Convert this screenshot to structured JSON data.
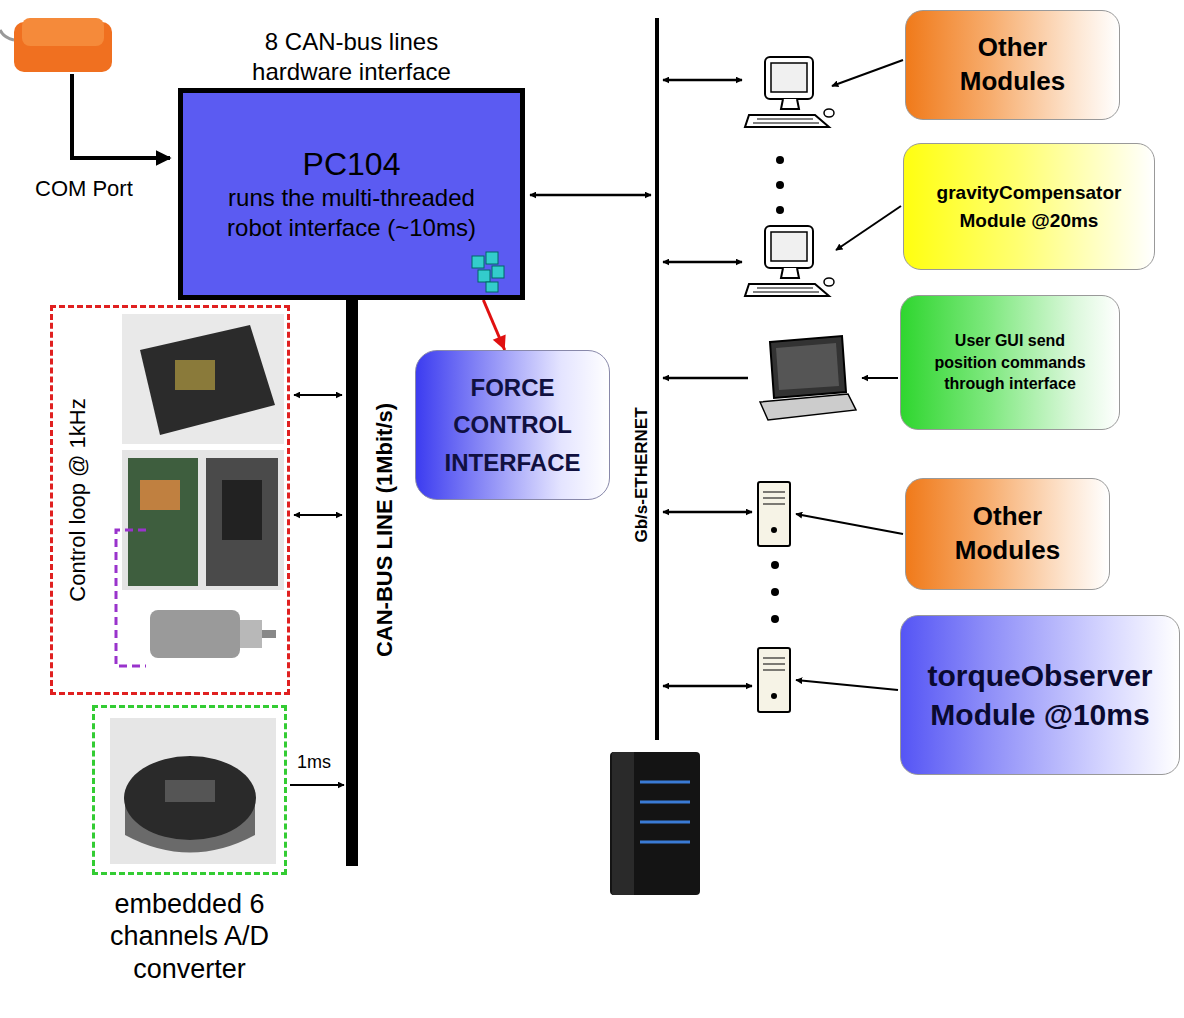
{
  "diagram": {
    "nodes": [
      {
        "text": [
          "8 CAN-bus lines hardware interface",
          "PC104",
          "runs the multi-threaded robot interface (~10ms)"
        ]
      },
      {
        "text": [
          "FORCE CONTROL INTERFACE"
        ]
      },
      {
        "text": [
          "Other Modules"
        ]
      },
      {
        "text": [
          "gravityCompensator Module @20ms"
        ]
      },
      {
        "text": [
          "User GUI send position commands through interface"
        ]
      },
      {
        "text": [
          "Other Modules"
        ]
      },
      {
        "text": [
          "torqueObserver Module @10ms"
        ]
      },
      {
        "text": [
          "Control loop @ 1kHz"
        ]
      },
      {
        "text": [
          "embedded 6 channels A/D converter"
        ]
      }
    ],
    "edges": [
      {
        "from": 0,
        "to": 1,
        "arrow": "to"
      }
    ],
    "labels": [
      "COM Port",
      "CAN-BUS LINE (1Mbit/s)",
      "Gb/s-ETHERNET",
      "1ms"
    ]
  }
}
